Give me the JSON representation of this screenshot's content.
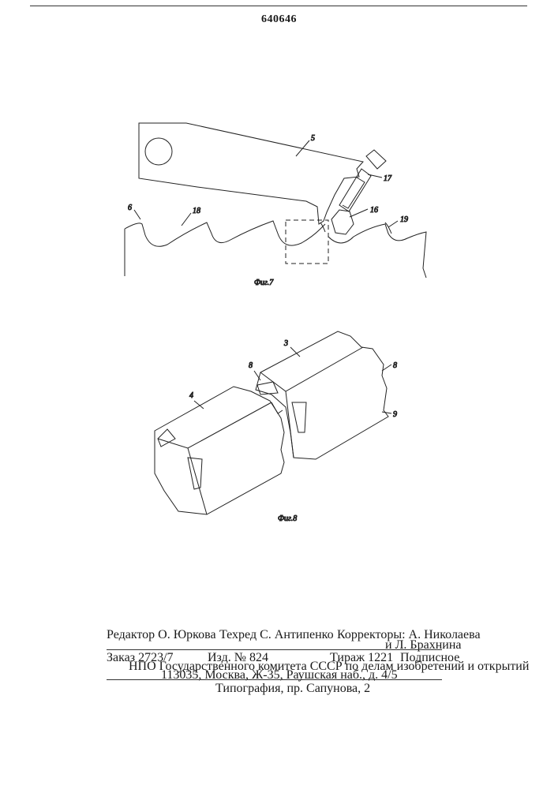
{
  "header": {
    "patent_number": "640646"
  },
  "figure7": {
    "caption": "Фиг.7",
    "labels": {
      "l5": "5",
      "l6": "6",
      "l16": "16",
      "l17": "17",
      "l18": "18",
      "l19": "19"
    }
  },
  "figure8": {
    "caption": "Фиг.8",
    "labels": {
      "l3": "3",
      "l4": "4",
      "l8a": "8",
      "l8b": "8",
      "l9": "9"
    }
  },
  "footer": {
    "editor": "Редактор О. Юркова",
    "techred": "Техред С. Антипенко",
    "correctors_label": "Корректоры: А. Николаева",
    "corrector2": "и Л. Брахнина",
    "order": "Заказ 2723/7",
    "edition": "Изд. № 824",
    "circulation": "Тираж 1221",
    "subscription": "Подписное",
    "org_line": "НПО Государственного комитета СССР по делам изобретений и открытий",
    "address_line": "113035, Москва, Ж-35, Раушская наб., д. 4/5",
    "printing": "Типография, пр. Сапунова, 2"
  }
}
